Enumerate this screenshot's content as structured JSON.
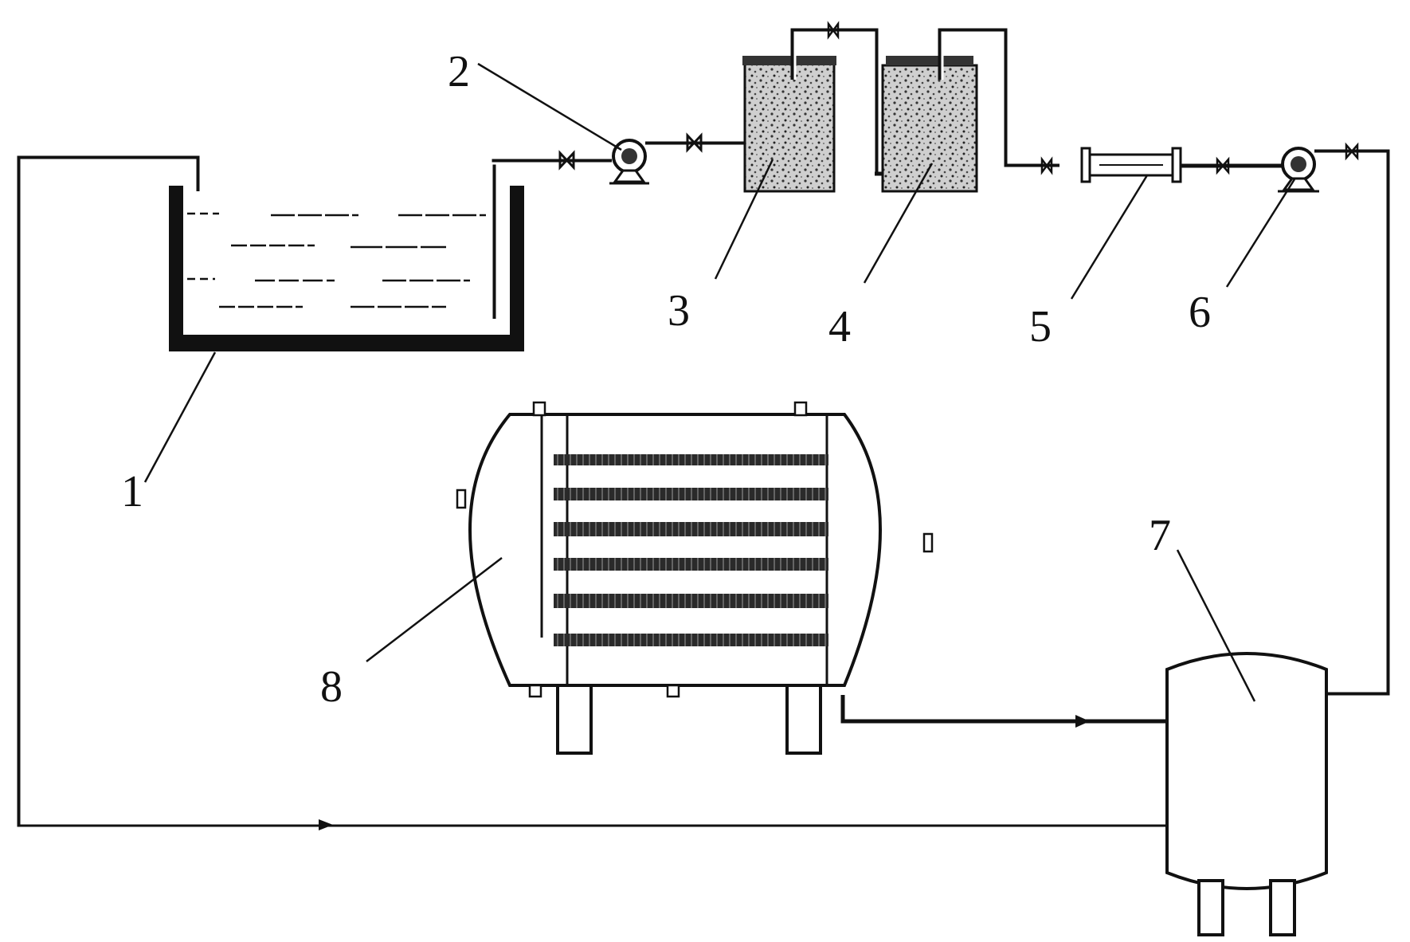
{
  "diagram": {
    "labels": {
      "tank": "1",
      "pump_inlet": "2",
      "filter_first": "3",
      "filter_second": "4",
      "flowmeter": "5",
      "pump_outlet": "6",
      "receiver_vessel": "7",
      "treatment_vessel": "8"
    },
    "colors": {
      "line": "#111111",
      "background": "#ffffff",
      "media_fill": "#bdbdbd"
    }
  }
}
